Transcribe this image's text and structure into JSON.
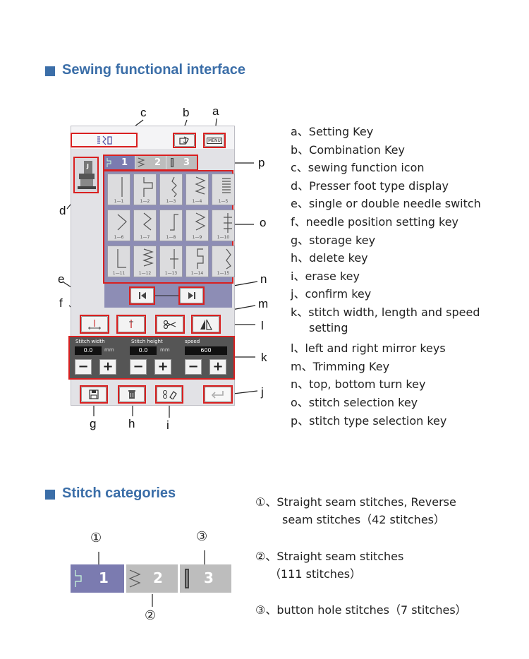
{
  "sections": {
    "interface_title": "Sewing functional interface",
    "categories_title": "Stitch categories"
  },
  "callouts": {
    "a": "a",
    "b": "b",
    "c": "c",
    "d": "d",
    "e": "e",
    "f": "f",
    "g": "g",
    "h": "h",
    "i": "i",
    "j": "j",
    "k": "k",
    "l": "l",
    "m": "m",
    "n": "n",
    "o": "o",
    "p": "p"
  },
  "legend": [
    "a、Setting Key",
    "b、Combination Key",
    "c、sewing function icon",
    "d、Presser foot type display",
    "e、single or double needle switch",
    "f、needle position setting key",
    "g、storage key",
    "h、delete key",
    "i、erase key",
    "j、confirm key",
    "k、stitch width, length and speed",
    "setting",
    "l、left and right mirror keys",
    "m、Trimming Key",
    "n、top, bottom turn key",
    "o、stitch selection key",
    "p、stitch type selection key"
  ],
  "device": {
    "menu_label": "MENU",
    "presser_foot_letter": "J",
    "tabs": [
      {
        "num": "1",
        "icon": "straight-seam-icon"
      },
      {
        "num": "2",
        "icon": "zigzag-icon"
      },
      {
        "num": "3",
        "icon": "buttonhole-icon"
      }
    ],
    "stitches": [
      "1—1",
      "1—2",
      "1—3",
      "1—4",
      "1—5",
      "1—6",
      "1—7",
      "1—8",
      "1—9",
      "1—10",
      "1—11",
      "1—12",
      "1—13",
      "1—14",
      "1—15"
    ],
    "params": [
      {
        "label": "Stitch width",
        "value": "0.0",
        "unit": "mm"
      },
      {
        "label": "Stitch height",
        "value": "0.0",
        "unit": "mm"
      },
      {
        "label": "speed",
        "value": "600",
        "unit": ""
      }
    ],
    "minus": "−",
    "plus": "+"
  },
  "categories": {
    "markers": [
      "①",
      "②",
      "③"
    ],
    "tabs": [
      "1",
      "2",
      "3"
    ],
    "desc": [
      "①、Straight seam stitches, Reverse",
      "seam stitches（42 stitches）",
      "②、Straight seam stitches",
      "（111 stitches）",
      "③、button hole stitches（7 stitches）"
    ]
  },
  "colors": {
    "accent": "#3b6ea8",
    "highlight": "#d92020",
    "panel": "#8d8db5",
    "tab_active": "#7b7bb0",
    "tab_inactive": "#bdbdbd"
  }
}
